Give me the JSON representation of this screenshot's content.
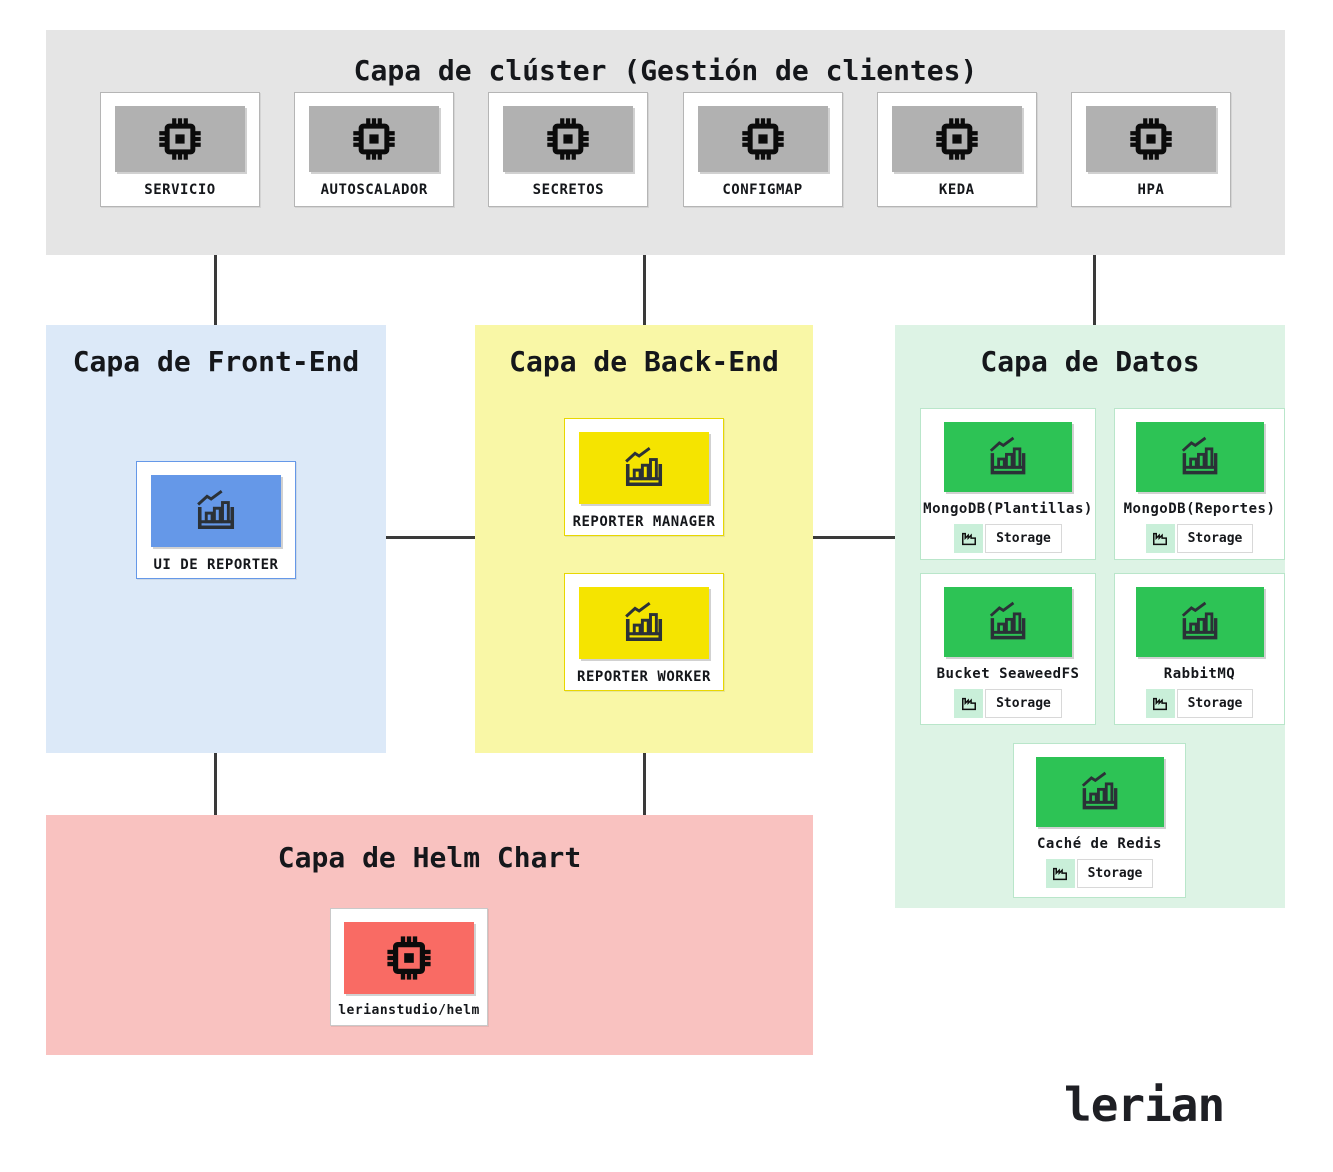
{
  "colors": {
    "cluster_bg": "#e5e5e5",
    "frontend_bg": "#dce9f8",
    "frontend_accent": "#6598e8",
    "backend_bg": "#f9f7a6",
    "backend_accent": "#f5e400",
    "data_bg": "#ddf3e5",
    "data_accent": "#2dc355",
    "helm_bg": "#f9c2c0",
    "helm_accent": "#f96b64",
    "connector": "#3a3a3a"
  },
  "cluster_layer": {
    "title": "Capa de clúster (Gestión de clientes)",
    "cards": [
      {
        "label": "SERVICIO",
        "icon": "chip-icon"
      },
      {
        "label": "AUTOSCALADOR",
        "icon": "chip-icon"
      },
      {
        "label": "SECRETOS",
        "icon": "chip-icon"
      },
      {
        "label": "CONFIGMAP",
        "icon": "chip-icon"
      },
      {
        "label": "KEDA",
        "icon": "chip-icon"
      },
      {
        "label": "HPA",
        "icon": "chip-icon"
      }
    ]
  },
  "frontend_layer": {
    "title": "Capa de Front-End",
    "cards": [
      {
        "label": "UI DE REPORTER",
        "icon": "report-chart-icon"
      }
    ]
  },
  "backend_layer": {
    "title": "Capa de Back-End",
    "cards": [
      {
        "label": "REPORTER MANAGER",
        "icon": "report-chart-icon"
      },
      {
        "label": "REPORTER WORKER",
        "icon": "report-chart-icon"
      }
    ]
  },
  "data_layer": {
    "title": "Capa de Datos",
    "cards": [
      {
        "label": "MongoDB(Plantillas)",
        "icon": "report-chart-icon",
        "badge": "Storage"
      },
      {
        "label": "MongoDB(Reportes)",
        "icon": "report-chart-icon",
        "badge": "Storage"
      },
      {
        "label": "Bucket SeaweedFS",
        "icon": "report-chart-icon",
        "badge": "Storage"
      },
      {
        "label": "RabbitMQ",
        "icon": "report-chart-icon",
        "badge": "Storage"
      },
      {
        "label": "Caché de Redis",
        "icon": "report-chart-icon",
        "badge": "Storage"
      }
    ]
  },
  "helm_layer": {
    "title": "Capa de Helm Chart",
    "cards": [
      {
        "label": "lerianstudio/helm",
        "icon": "chip-icon"
      }
    ]
  },
  "logo": "lerian"
}
